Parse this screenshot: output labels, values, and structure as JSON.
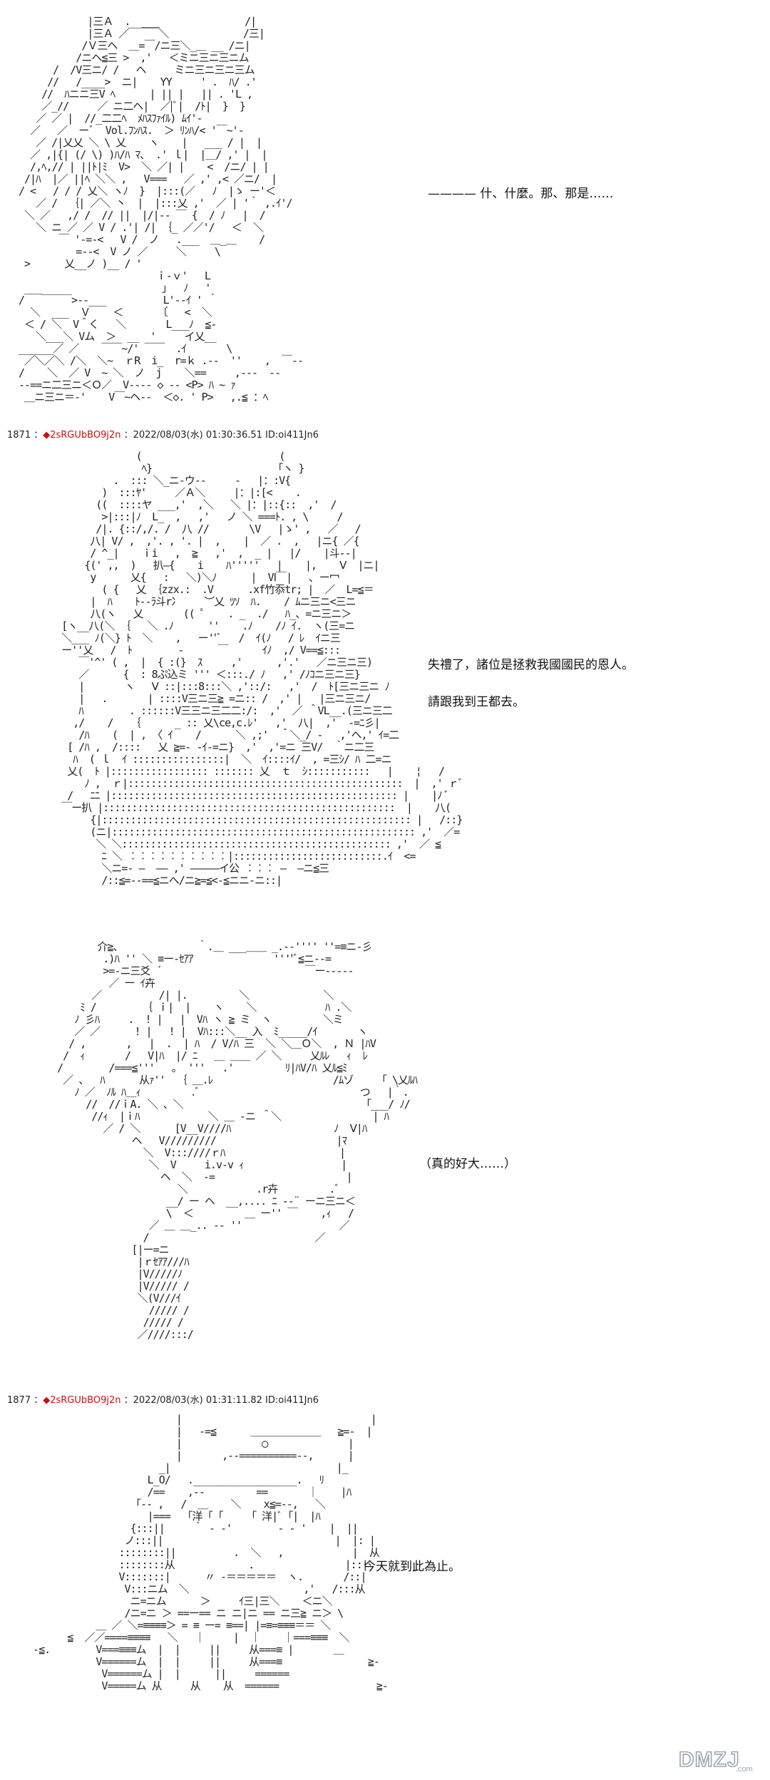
{
  "panels": [
    {
      "dialog": "———— 什、什麼。那、那是……",
      "art": "            |三Ａ  .  ___               /|\n            |三Ａ ／￣￣￣＼             /三|\n           /Ｖ三ヘ  ＿=￣/ニ三＼_＿ __ /ニ|\n          /ニヘ≦三 >  ,'   ＜ミニ三ニ三ニム\n      /  /V三ニ/ /   ヘ     ミニ三ニ三ニ三ム\n     //   /____>  ニ|    YY     ' .  ﾊ/ .'\n    //  ﾊニニ三V ﾍ      | || |   || . 'L ,\n    ／_//     ／ ニ二ヘ|  ／|ﾞ|  /ﾄ|  }  }\n   ／ ／ |  //_二二ﾍ  ﾒﾊｽﾌｧｲﾙ) ﾑｲ'-\n  ／   ／  ーﾞ  Vol.ﾌﾝﾊｽ.  ＞ ﾘﾝﾊ/< '￣~'-\n   ／ /|乂乂 ＼ \\ 乂    ヽ    |   ___ / |  |\n  ／ ,|{| (/ \\) )ﾊ/ﾊ ﾏ、 .' ｌ|  |＿/ ,' |  |\n  /,ﾍ,// | ||ﾄ|ﾐ  V>  ＼ ／| |    <  /ニ/ | |\n /|ﾊ  |／ ||ﾍ ＼＼ ,   V===   ／ ,' ,< ／ニ/  |\n/ <   / / / 乂＼ ヽﾉ  }  |:::(／   ﾉ  |ゝ ー'＜\n   ／ /  ｛| ／＼ 丶  |  |:::乂 ,'  ／ | '｀ ,.ｲ'/\n ＼ ／   ,/ /  // ||  |/|-- ￣ {  / ﾉ   |  /\n   ＼ ニ ／ ／ V / .'| /| ｛_ ／／'/   ＜  ＼\n       ￣ '-=-<   V /  ノ   .___  ＿_＿    /\n          =--<  V ノ ／     ＼     \\\n >      乂__ノ )__ / '\n                        ｉ-ｖ'   L\n ___                     」  ﾉ   '\n/   ￣￣￣>--___          L'--ｲ ' ｀\n  ＼  ___  Ｖ    ＜      〔   <  ＼\n ＜ / ＼  V＾く   ＼       L___ﾉ  ≦-\n   ＼___＼ Vム  ＞  __  '     イ乂__\n______／ ／    ￣￣~/' ￣￣  .ｲ       \\\n ／＼／＼ /＼  ＼~  ｒR  i_  r=ｋ .--  ''    ,  ￣--\n/    ＼  ／ V  ~ ＼  ノ  j    ＼==     ,---  --\n--==ニ二三ニ＜Ｏ／  V---- ◇ -- <P> ﾊ ~ ｧ\n ＿ニ三ニ＝‐'    V￣~ヘ--  ＜◇. ' P>   ,.≦ ：ﾍ"
    },
    {
      "header": {
        "number": "1871",
        "name": "2sRGUbBO9j2n",
        "date": "2022/08/03(水)",
        "time": "01:30:36.51",
        "id": "ID:oi411Jn6"
      },
      "dialog": "失禮了，諸位是拯救我國國民的恩人。\n\n請跟我到王都去。",
      "art": "                    (                        (\n                     ﾍ}                      ｢ヽ }\n                .  ::: ＼_ニ-ウ--     ‐   |：:V{\n              )  :::ﾔ'     ／Ａ＼     |：|:[<    .\n             ((  ::::ヤ ___,'  ,＼   ＼ |：|::{::  ,'  /\n              >|:::|ﾉ  L_  ,   ,'   ノ ＼ ===ﾄ. , \\     /\n             /|. {::/,/. /  八 //       \\V   |ゝ' ,   ／   /\n            八| V/ ,  ,'. , '. |  ,    |  ／ .  ,   |ニ{ ／{\n            / ^_|    ｉi   ,  ≧   ,'  ,  _ |   |/    |斗--|\n           {(' ,,  )   扒―{    i    ﾊ'''''   |    |,    Ⅴ  |ニ|\n            y      乂{   :   ＼)＼ﾉ      |  VⅠ￣|   ､ ー冖\n              ( {   乂 ｛zzx.:  .V      .xf竹忝tr; |  ／  L=≦＝\n            |  ﾊ    ﾄ--ﾗ斗r冫    ︶乂 ﾂｿ  ﾊ.    / ﾑニ三ニ<三ニ\n            八(ヽ   乂       (( ﾟ    . _  ./   ﾊ_、=ニ三ニ＞\n       [ヽ__八(＼ ｛   ＼ .ﾉ      ''    .ﾉ    /ﾉ ｲ.  ヽ(三=ニ\n       ＼___ ﾉ(＼} ﾄ  ＼    ,   ー''ﾞ   /  ｲ(ﾉ   / ﾚ  ｲニ三\n       ー''乂   /  ﾄ        -      ￣      ｲﾉ  ,/ V==≦:::\n          ￣'^' ( ,  |  { :(}  ｽ     ,'      ,'.'   ／ニ三ニ三)\n          ／      {  : 8ぷ込ミ ''' ＜:::./ ﾉ   ,' /ﾉｺニ三ニ三}\n          |       ヽ   Ⅴ ::|:::8:::＼ ,'::/:   ,'  /  ﾄ[三ニ三ニ ﾉ\n          |   .       | ::::V三ニ三≧ =ニ:: /  ,' |   |三ニ三ニ/\n          ﾊ        . ::::::V三三ニ三二二:/:  ,'  ／ ＾VL__.(三ニ三二\n         ,/    /   ｛      _ :: 乂\\ce,c.ﾚ'   ,'  八|  ,'  ‐=ﾆ彡|\n          /ﾊ    (  | , 〈 ｲ    /      ＼ ,;'  ＾＼_/ -   ,'ヘ,' ｲ=二\n        [ /ﾊ ,  /::::   乂 ≧=- -ｲ-=ニ}  ,'  ,'=ニ 三V/  ｀ニ二三\n         ﾊ  ( ｌ  ｲ ::::::::::::::::|  ＼  ｲ::::ｲ/  , =三ｼ/ ﾊ 二=ニ\n        乂(  ﾄ |::::::::::::::::: ::::::: 乂  ｔ  ｼ:::::::::::   |    ¦   /\n           ﾉ ,  ｒ|::::::::::::::::::::::::::::::::::::::::::::::::  |  ,' ｒﾞ\n        /   ﾆﾆ |:::::::::::::::::::::::::::::::::::::::::::::::::: |    |ﾉ ﾞ\n       ￣ー扒 |:::::::::::::::::::::::::::::::::::::::::::::::::::  |    八(\n            {|:::::::::::::::::::::::::::::::::::::::::::::::::::::: |   /::}\n            (ニ|::::::::::::::::::::::::::::::::::::::::::::::::::::: ,'  ／=\n             ＼ ＼::::::::::::::::::::::::::::::::::::::::::::::: ,'  ／ ≦\n              ﾆ ＼ ︰︰︰︰︰︰︰︰︰︰|::::::::::::::::::::::::::.ｲ  <=\n              ＼ニ=- ―  ―― ,' ―――――イ公 ︰︰︰ ―  ―ニ≦三\n              /::≦=--==≦ニへ/ニ≧=≦<-≦ニニ-ニ::|"
    },
    {
      "dialog": "（真的好大……）",
      "art": "            介≧、             ｀.＿ ___＿＿ _.--'''' ''=≡ニ-彡\n             .)ﾊ '' ＼ ≡ー-ｾｱｱ              ''''ﾞ≦ニ--=\n             >=-ニ三爻 ´                         ￣ー‐---- \n              ／ ー ｲ卉\n           ／          /| |.         ＼             ＼\n         ﾐ /        ｛ ｉ|  |    ヽ    ＼            ﾊ .＼\n        ﾉ 彡ﾊ     .  ! |   |  Vﾊ ヽ ≧ ミ  ヽ         ＼ミ\n        ／ ／      ! |   ! |  Vﾊ:::＼__ 入  ﾐ_____/ｲ       ヽ\n       / ,       ,   |  .  | ﾊ  / V/ﾊ 三  ＼ ＼＿Ｏ＼  , Ｎ |ﾊV\n      /  ｨ       /   V|ﾊ  |/ ﾆ   ＿ ＿＿ ／ ＼     乂ﾙﾚ   ｨ  ﾚ\n     /        /===≦'''   ｡  '''   .'         ﾘ|ﾊV/ﾊ 乂ﾙ≦ﾐ\n      ／ 、  ﾊ      从ｧ''  ｛ ＿.ﾚ                     /ﾑゾ     ｢ \\乂ﾙﾊ\n        ﾉ ／  ﾉﾙ ﾊ＿ｨ         .ﾞ                            つ   |｀.\n          //  //ｉA. ＼ 、＼                                ｢___/ ﾉ/\n           //ｨ  |ｉﾊ            ＼ ＿ -ニ ＾＼                | ﾊ\n             ／ / ＼      [V__V////ﾊ                  ﾉ  Ⅴ|ﾊ\n                  ヘ   V/////////                     |ﾏ\n                    ＼  V:::////ｒﾊ                    |\n                     ＼  V     i.v-v ｨ                 |\n                       ヘ  ＼  ‐=                       |\n                          ＼            .r卉         .ﾞ\n                        __/ ー ヘ  __,.... ﾆ --¨ ーニ三ニ＜\n                        \\  ＜         ＿ ー'' ￣    ,ｨ   /\n                     ／ ＿ ＿_.. ‐- ''                 ／\n                    /                             ／\n                  [|ー=ニ\n                   |ｒｾｱｱ///ﾊ\n                   |V/////ﾉ\n                   |V///// /\n                   ＼(V///ｲ\n                     ///// /\n                    ///// / \n                   ／////:::/"
    },
    {
      "header": {
        "number": "1877",
        "name": "2sRGUbBO9j2n",
        "date": "2022/08/03(水)",
        "time": "01:31:11.82",
        "id": "ID:oi411Jn6"
      },
      "dialog": "今天就到此為止。",
      "art": "                           |                                 |\n                           |   -=≦      ＿＿＿＿＿＿＿   ≧=-  |\n                           |              ◯              |\n                           |       ,--==========--,      |\n                        _|                             |_\n                      L_O/   .__________________.   ﾘ\n                      /==    ,--         ==       ｜    |ﾊ\n                    ｢-- ,   /  ＿    ＼    x≦=--,   ＼\n                      |===   ｢洋 ｢ ｢     ｢ 洋|ﾞ ｢|  |ﾊ\n                   {:::||     ｀ - ‐'        ‐ ‐ '    |  ||\n                  ノ:::||                              |  |: |\n                 ::::::::||          .  ＼   ,            |  从\n                 ::::::::从             ．               |::|\n                 V:::::::|      〃 ‐＝＝＝＝＝  ヽ.       /::|\n                  V:::ニム  ＼                    ,'   /:::从\n                   ニ=ニム      ＞     ｲ三|三＼    ＜ニ＼\n                  /ニ=ニ ＞ ==ー== ニ ニ|ニ == ニ三≧ ニ＞ \\\n             ＿ ／ ＼=≡≡≡≡＞ = ≡ ー= ≡==| |=≡=≡≡≡＝＝ ＼\n        ≦  ／／====≡≡≡≡   ＼   ｜     |  ｜    ｜===≡≡≡  ＼\n  -≦.        V===≡≡≡ム  |  |     ||     从===≡ |       ＿\n             V======ム  |  |     ||     从===≡               ≧-\n              V======ム |  |      ||     ======\n              V=====ム 从     从    从  ======                 ≧-"
    }
  ],
  "watermark": {
    "text": "DMZJ",
    "sub": ".com"
  }
}
